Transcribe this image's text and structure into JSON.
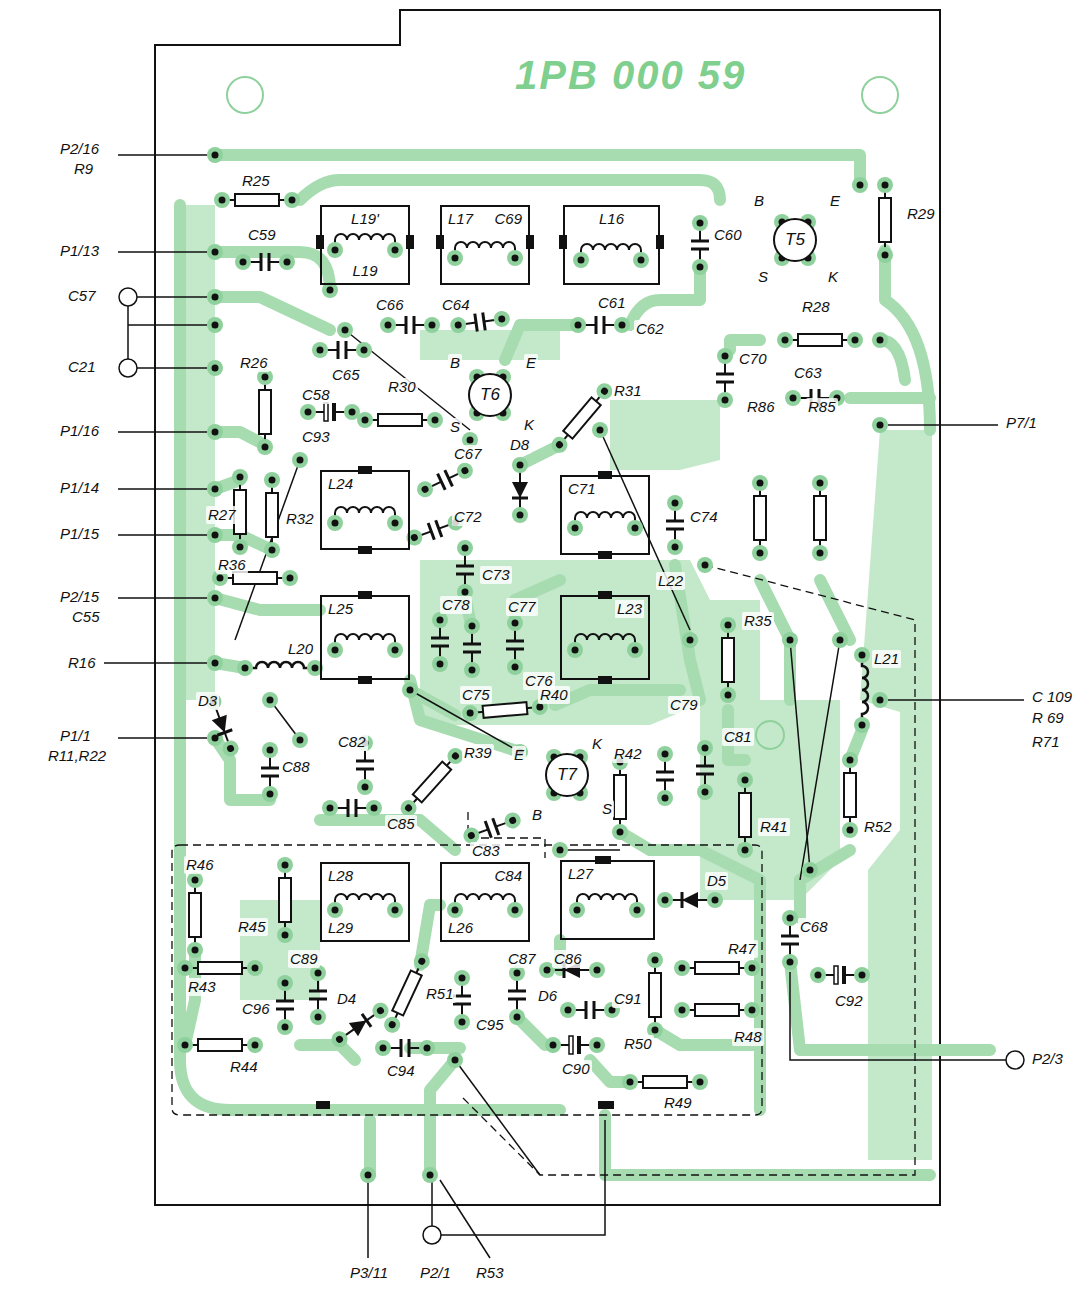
{
  "diagram": {
    "title": "1PB 000 59",
    "nodes": [
      {
        "text": [
          "L19'",
          "L19"
        ]
      },
      {
        "text": [
          "L17",
          "C69"
        ]
      },
      {
        "text": [
          "L16"
        ]
      },
      {
        "text": [
          "T5"
        ]
      },
      {
        "text": [
          "T6"
        ]
      },
      {
        "text": [
          "L24"
        ]
      },
      {
        "text": [
          "C71"
        ]
      },
      {
        "text": [
          "L25"
        ]
      },
      {
        "text": [
          "L23"
        ]
      },
      {
        "text": [
          "T7"
        ]
      },
      {
        "text": [
          "L28",
          "L29"
        ]
      },
      {
        "text": [
          "C84",
          "L26"
        ]
      },
      {
        "text": [
          "L27"
        ]
      }
    ],
    "labels": [
      "P2/16",
      "R9",
      "R25",
      "B",
      "E",
      "R29",
      "P1/13",
      "C59",
      "C60",
      "S",
      "K",
      "C57",
      "C66",
      "C64",
      "C61",
      "C62",
      "R28",
      "C21",
      "R26",
      "C65",
      "B",
      "E",
      "C70",
      "C63",
      "C58",
      "R30",
      "S",
      "K",
      "R31",
      "P1/16",
      "C93",
      "R86",
      "R85",
      "P7/1",
      "D8",
      "C67",
      "P1/14",
      "C72",
      "C74",
      "R27",
      "R32",
      "P1/15",
      "R36",
      "C73",
      "L22",
      "P2/15",
      "C55",
      "C78",
      "C77",
      "R35",
      "R16",
      "L20",
      "C76",
      "L21",
      "D3",
      "C75",
      "R40",
      "C79",
      "C 109",
      "K",
      "P1/1",
      "R 69",
      "E",
      "R42",
      "C81",
      "R71",
      "R39",
      "C82",
      "R11,R22",
      "C88",
      "R41",
      "R52",
      "C85",
      "B",
      "S",
      "C83",
      "R46",
      "D5",
      "R45",
      "R47",
      "C68",
      "C87",
      "C86",
      "C89",
      "R43",
      "R51",
      "D6",
      "C91",
      "C96",
      "D4",
      "C95",
      "C92",
      "R50",
      "R48",
      "C90",
      "C94",
      "R44",
      "R49",
      "P2/3",
      "P3/11",
      "P2/1",
      "R53"
    ]
  }
}
